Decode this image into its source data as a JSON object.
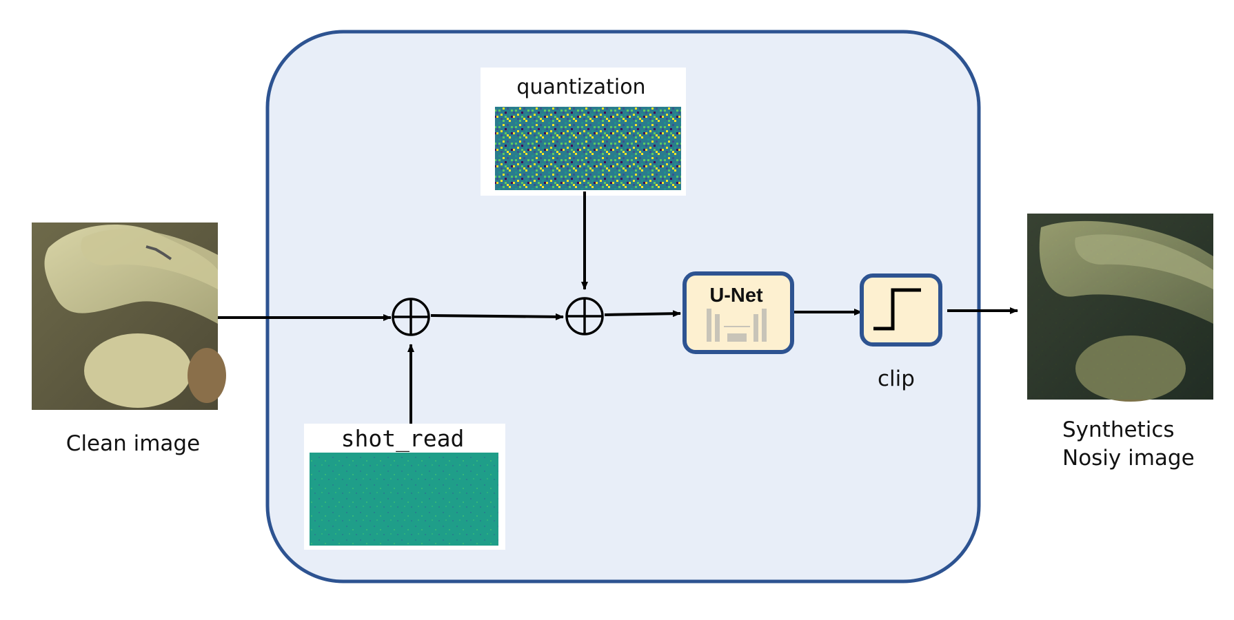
{
  "input": {
    "label": "Clean image"
  },
  "noise_sources": {
    "shot_read": {
      "label": "shot_read"
    },
    "quantization": {
      "label": "quantization"
    }
  },
  "blocks": {
    "unet": {
      "label": "U-Net"
    },
    "clip": {
      "label": "clip"
    }
  },
  "output": {
    "line1": "Synthetics",
    "line2": "Nosiy image"
  },
  "colors": {
    "panel_fill": "#e8eef8",
    "panel_stroke": "#2d5391",
    "block_fill": "#fdf0d0",
    "block_stroke": "#2d5391",
    "arrow": "#000000"
  }
}
